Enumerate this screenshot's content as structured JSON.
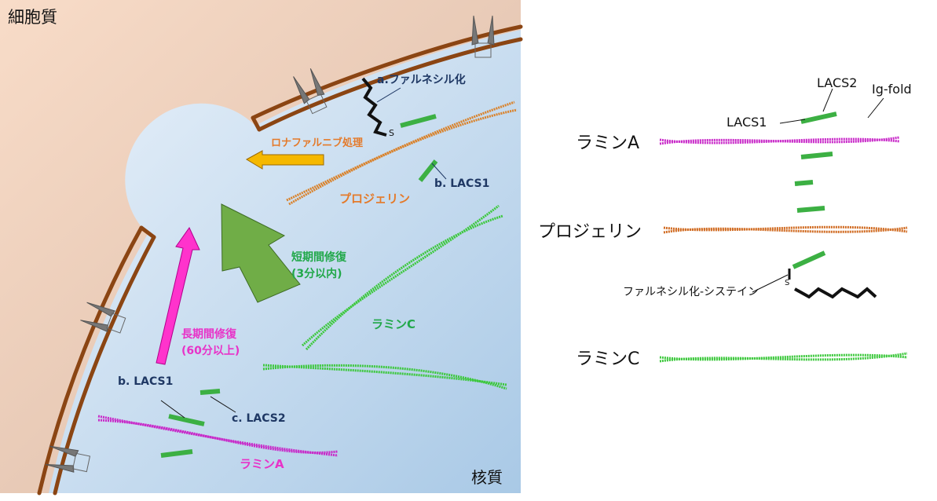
{
  "left_panel": {
    "cytoplasm_label": "細胞質",
    "nucleoplasm_label": "核質",
    "farnesylation_label": "a.ファルネシル化",
    "sulfur_label": "S",
    "lonafarnib_label": "ロナファルニブ処理",
    "lacs1_label_top": "b. LACS1",
    "progerin_label": "プロジェリン",
    "short_repair_label": "短期間修復",
    "short_repair_time": "(3分以内)",
    "lamin_c_label": "ラミンC",
    "long_repair_label": "長期間修復",
    "long_repair_time": "(60分以上)",
    "lacs1_label_bottom": "b. LACS1",
    "lacs2_label": "c. LACS2",
    "lamin_a_label": "ラミンA"
  },
  "right_panel": {
    "lacs2_label": "LACS2",
    "ig_fold_label": "Ig-fold",
    "lacs1_label": "LACS1",
    "lamin_a_label": "ラミンA",
    "progerin_label": "プロジェリン",
    "sulfur_label": "S",
    "farnesyl_cysteine_label": "ファルネシル化-システイン",
    "lamin_c_label": "ラミンC"
  },
  "colors": {
    "lamin_a": "#c020c0",
    "progerin": "#d06a20",
    "lamin_c": "#30c030",
    "membrane": "#8b4513",
    "lonafarnib_arrow": "#f5b800",
    "short_repair_arrow": "#70ad47",
    "long_repair_arrow": "#ff33cc"
  }
}
